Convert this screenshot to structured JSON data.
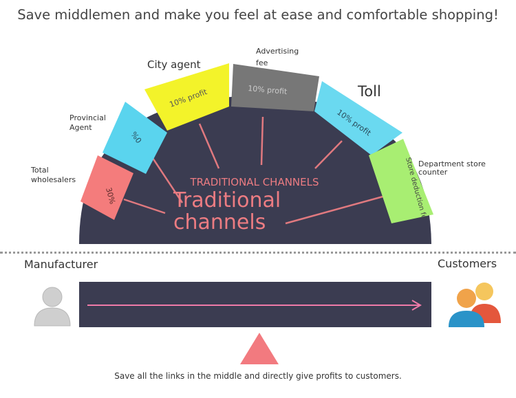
{
  "title": "Save middlemen and make you feel at ease and comfortable shopping!",
  "arch": {
    "heading_small": "TRADITIONAL CHANNELS",
    "heading_big_line1": "Traditional",
    "heading_big_line2": "channels",
    "segments": [
      {
        "outer_label": "Total\nwholesalers",
        "inner_text": "30%",
        "color": "#f47c7c"
      },
      {
        "outer_label": "Provincial\nAgent",
        "inner_text": "%0",
        "color": "#5ad4ee"
      },
      {
        "outer_label": "City agent",
        "inner_text": "10% profit",
        "color": "#f3f32a"
      },
      {
        "outer_label": "Advertising\nfee",
        "inner_text": "10% profit",
        "color": "#777777"
      },
      {
        "outer_label": "Toll",
        "inner_text": "10% profit",
        "color": "#6ad9f0"
      },
      {
        "outer_label": "Department store\ncounter",
        "inner_text": "Store deduction fe",
        "color": "#a8ee72"
      }
    ],
    "colors": {
      "body": "#3b3c51",
      "rays": "#e0797f",
      "heading": "#ec7c82"
    }
  },
  "bottom": {
    "manufacturer_label": "Manufacturer",
    "customers_label": "Customers",
    "note": "Save all the links in the middle and directly give profits to customers.",
    "colors": {
      "bar": "#3b3c51",
      "arrow": "#f07ba8",
      "fulcrum": "#f27a7f",
      "person_grey": "#cfcfcf",
      "person_blue": "#2a93c8",
      "person_orange": "#f0a34a",
      "person_red": "#e4573c"
    }
  }
}
